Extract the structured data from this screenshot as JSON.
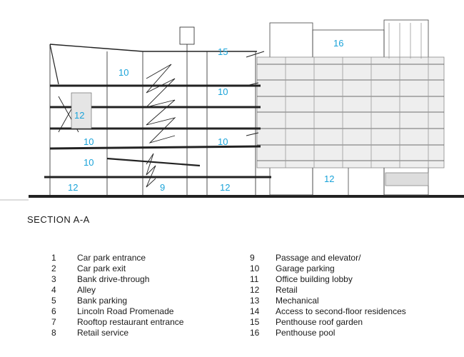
{
  "figure": {
    "section_title": "SECTION A-A",
    "callouts": [
      {
        "id": "c15",
        "label": "15"
      },
      {
        "id": "c16",
        "label": "16"
      },
      {
        "id": "c10a",
        "label": "10"
      },
      {
        "id": "c10b",
        "label": "10"
      },
      {
        "id": "c12a",
        "label": "12"
      },
      {
        "id": "c10c",
        "label": "10"
      },
      {
        "id": "c10d",
        "label": "10"
      },
      {
        "id": "c10e",
        "label": "10"
      },
      {
        "id": "c12b",
        "label": "12"
      },
      {
        "id": "c9",
        "label": "9"
      },
      {
        "id": "c12c",
        "label": "12"
      },
      {
        "id": "c12d",
        "label": "12"
      }
    ],
    "callout_color": "#1aa3d9",
    "line_color": "#222222",
    "facade_color": "#8a8a8a"
  },
  "legend": {
    "left": [
      {
        "num": "1",
        "text": "Car park entrance"
      },
      {
        "num": "2",
        "text": "Car park exit"
      },
      {
        "num": "3",
        "text": "Bank drive-through"
      },
      {
        "num": "4",
        "text": "Alley"
      },
      {
        "num": "5",
        "text": "Bank parking"
      },
      {
        "num": "6",
        "text": "Lincoln Road Promenade"
      },
      {
        "num": "7",
        "text": "Rooftop restaurant entrance"
      },
      {
        "num": "8",
        "text": "Retail service"
      }
    ],
    "right": [
      {
        "num": "9",
        "text": "Passage and elevator/"
      },
      {
        "num": "10",
        "text": "Garage parking"
      },
      {
        "num": "11",
        "text": "Office building lobby"
      },
      {
        "num": "12",
        "text": "Retail"
      },
      {
        "num": "13",
        "text": "Mechanical"
      },
      {
        "num": "14",
        "text": "Access to second-floor residences"
      },
      {
        "num": "15",
        "text": "Penthouse roof garden"
      },
      {
        "num": "16",
        "text": "Penthouse pool"
      }
    ]
  }
}
